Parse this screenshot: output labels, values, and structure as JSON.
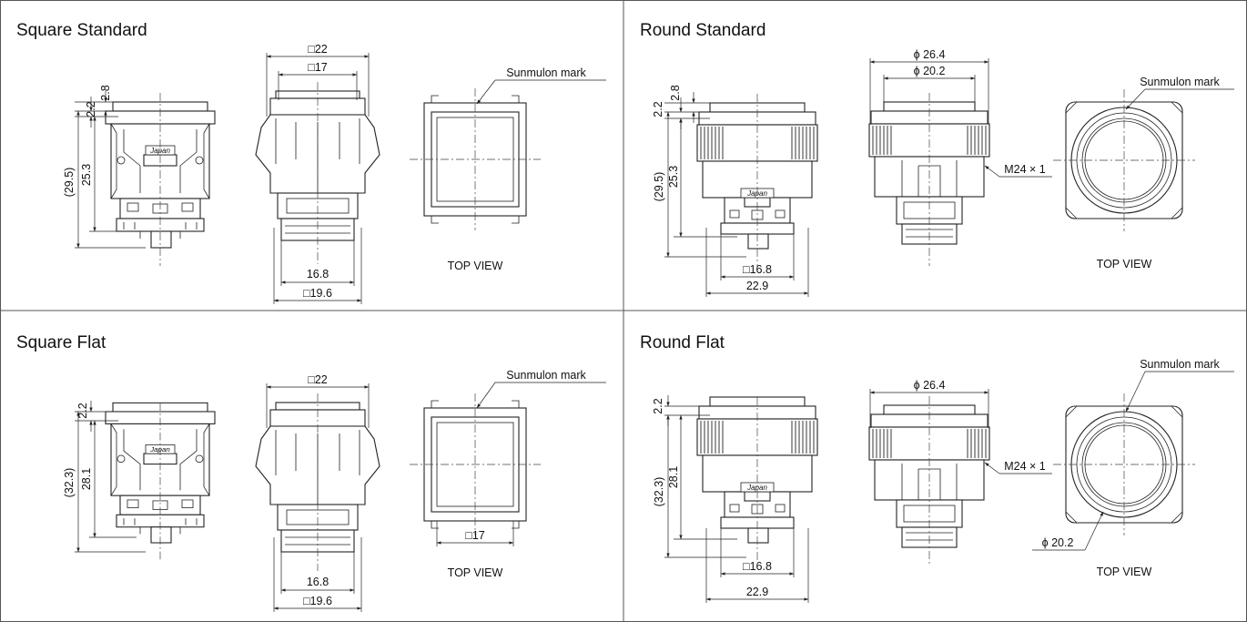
{
  "panels": {
    "square_standard": {
      "title": "Square Standard",
      "dims": {
        "a": "2.2",
        "b": "2.8",
        "c": "25.3",
        "d": "(29.5)",
        "e": "□22",
        "f": "□17",
        "g": "16.8",
        "h": "□19.6"
      },
      "mark": "Sunmulon mark",
      "view": "TOP VIEW",
      "logo": "Japan"
    },
    "round_standard": {
      "title": "Round Standard",
      "dims": {
        "a": "2.2",
        "b": "2.8",
        "c": "25.3",
        "d": "(29.5)",
        "e": "ϕ 26.4",
        "f": "ϕ 20.2",
        "g": "□16.8",
        "h": "22.9",
        "m": "M24 × 1"
      },
      "mark": "Sunmulon mark",
      "view": "TOP VIEW",
      "logo": "Japan"
    },
    "square_flat": {
      "title": "Square Flat",
      "dims": {
        "a": "2.2",
        "c": "28.1",
        "d": "(32.3)",
        "e": "□22",
        "g": "16.8",
        "h": "□19.6",
        "t": "□17"
      },
      "mark": "Sunmulon mark",
      "view": "TOP VIEW",
      "logo": "Japan"
    },
    "round_flat": {
      "title": "Round Flat",
      "dims": {
        "a": "2.2",
        "c": "28.1",
        "d": "(32.3)",
        "e": "ϕ 26.4",
        "g": "□16.8",
        "h": "22.9",
        "m": "M24 × 1",
        "p": "ϕ 20.2"
      },
      "mark": "Sunmulon mark",
      "view": "TOP VIEW",
      "logo": "Japan"
    }
  }
}
